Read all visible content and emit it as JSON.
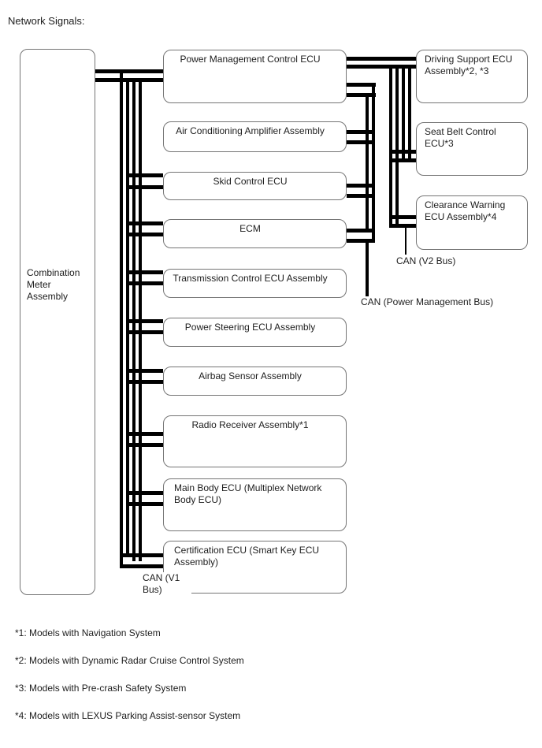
{
  "title": "Network Signals:",
  "diagram": {
    "source_node": {
      "label": "Combination Meter Assembly"
    },
    "bus_nodes": [
      {
        "label": "Power Management Control ECU"
      },
      {
        "label": "Air Conditioning Amplifier Assembly"
      },
      {
        "label": "Skid Control ECU"
      },
      {
        "label": "ECM"
      },
      {
        "label": "Transmission Control ECU Assembly"
      },
      {
        "label": "Power Steering ECU Assembly"
      },
      {
        "label": "Airbag Sensor Assembly"
      },
      {
        "label": "Radio Receiver Assembly*1"
      },
      {
        "label": "Main Body ECU (Multiplex Network Body ECU)"
      },
      {
        "label": "Certification ECU (Smart Key ECU Assembly)"
      }
    ],
    "right_nodes": [
      {
        "label": "Driving Support ECU Assembly*2, *3"
      },
      {
        "label": "Seat Belt Control ECU*3"
      },
      {
        "label": "Clearance Warning ECU Assembly*4"
      }
    ],
    "bus_labels": {
      "v1": "CAN (V1 Bus)",
      "v2": "CAN (V2 Bus)",
      "power_management": "CAN (Power Management Bus)"
    }
  },
  "footnotes": [
    "*1: Models with Navigation System",
    "*2: Models with Dynamic Radar Cruise Control System",
    "*3: Models with Pre-crash Safety System",
    "*4: Models with LEXUS Parking Assist-sensor System"
  ]
}
